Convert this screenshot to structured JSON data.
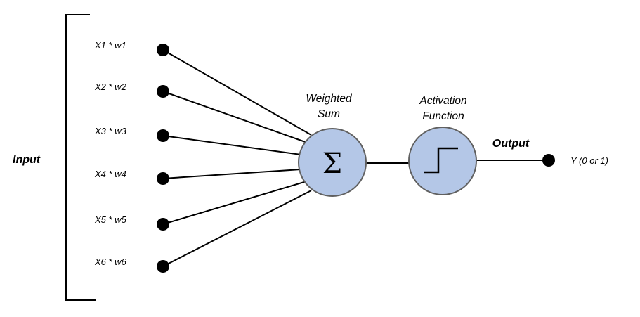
{
  "title": "",
  "group_label": "Input",
  "inputs": [
    {
      "label": "X1 * w1"
    },
    {
      "label": "X2 * w2"
    },
    {
      "label": "X3 * w3"
    },
    {
      "label": "X4 * w4"
    },
    {
      "label": "X5 * w5"
    },
    {
      "label": "X6 * w6"
    }
  ],
  "sum_node": {
    "label_line1": "Weighted",
    "label_line2": "Sum",
    "symbol": "Σ"
  },
  "activation_node": {
    "label_line1": "Activation",
    "label_line2": "Function",
    "icon": "step-function-icon"
  },
  "output": {
    "label": "Output",
    "value_label": "Y (0 or 1)"
  },
  "colors": {
    "node_fill": "#b4c7e7",
    "node_stroke": "#606060",
    "line": "#000000"
  }
}
